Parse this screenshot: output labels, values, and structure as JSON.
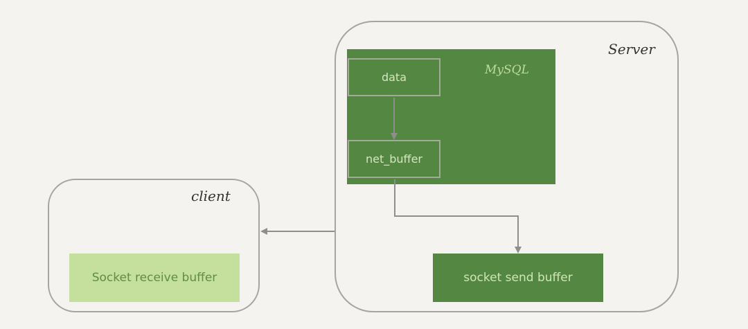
{
  "server": {
    "label": "Server"
  },
  "client": {
    "label": "client"
  },
  "mysql": {
    "label": "MySQL"
  },
  "data_box": {
    "label": "data"
  },
  "net_buffer_box": {
    "label": "net_buffer"
  },
  "socket_send_buffer": {
    "label": "socket send buffer"
  },
  "socket_receive_buffer": {
    "label": "Socket receive buffer"
  },
  "colors": {
    "background": "#f4f3ef",
    "dark_green": "#548741",
    "light_green": "#c5df9d",
    "border_gray": "#a4a4a2",
    "arrow_gray": "#8e8e8c"
  }
}
